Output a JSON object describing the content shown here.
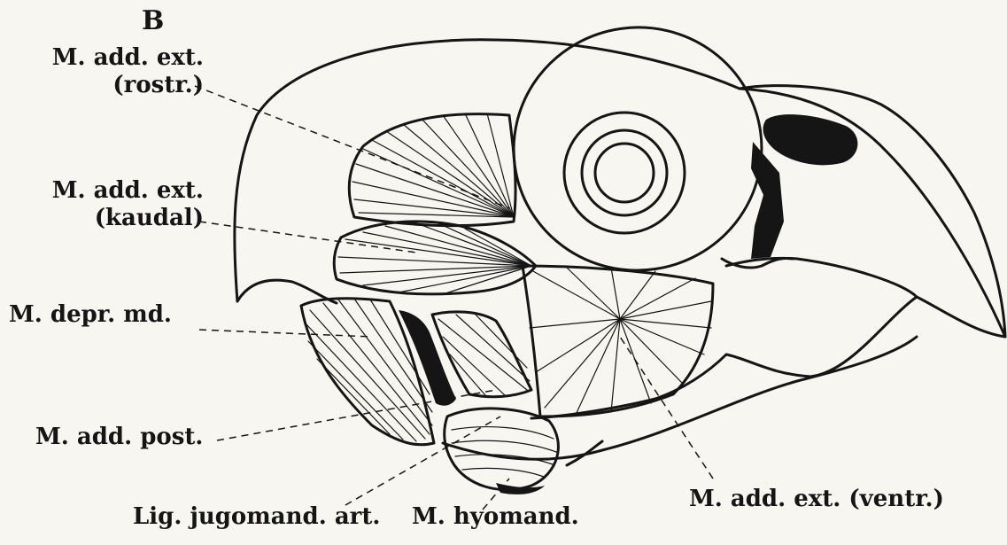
{
  "figure": {
    "panel_letter": "B",
    "labels": {
      "add_ext_rostr_line1": "M. add. ext.",
      "add_ext_rostr_line2": "(rostr.)",
      "add_ext_kaudal_line1": "M. add. ext.",
      "add_ext_kaudal_line2": "(kaudal)",
      "depr_md": "M. depr. md.",
      "add_post": "M. add. post.",
      "lig_jugomand": "Lig. jugomand. art.",
      "hyomand": "M. hyomand.",
      "add_ext_ventr": "M. add. ext. (ventr.)"
    },
    "colors": {
      "ink": "#151515",
      "paper": "#f7f6f1"
    }
  }
}
